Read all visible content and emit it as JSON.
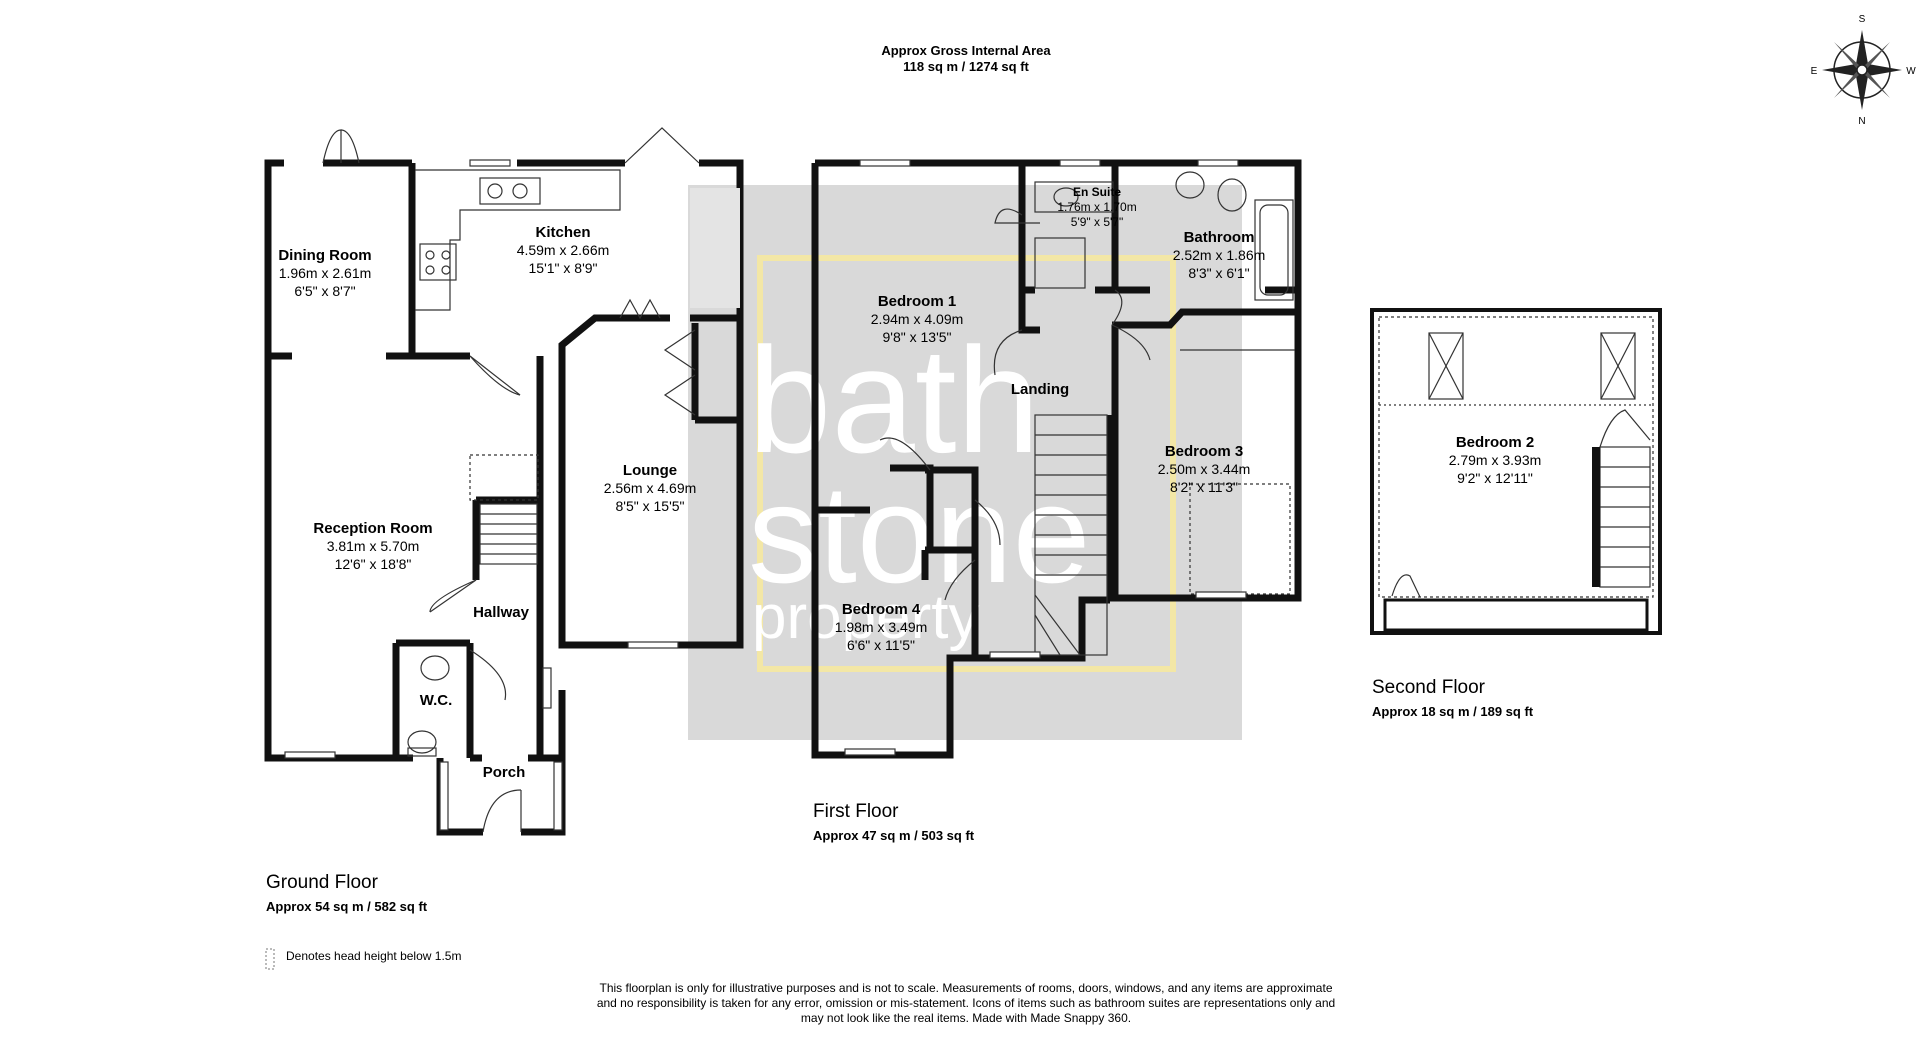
{
  "header": {
    "gross_area_title": "Approx Gross Internal Area",
    "gross_area_value": "118 sq m / 1274 sq ft"
  },
  "compass": {
    "north": "N",
    "south": "S",
    "east": "E",
    "west": "W",
    "icon": "compass-rose-icon"
  },
  "watermark": {
    "line1": "bath",
    "line2": "stone",
    "line3": "property"
  },
  "floors": {
    "ground": {
      "name": "Ground Floor",
      "area": "Approx 54 sq m / 582 sq ft"
    },
    "first": {
      "name": "First Floor",
      "area": "Approx 47 sq m / 503 sq ft"
    },
    "second": {
      "name": "Second Floor",
      "area": "Approx 18 sq m / 189 sq ft"
    }
  },
  "rooms": {
    "dining": {
      "name": "Dining Room",
      "metric": "1.96m x 2.61m",
      "imperial": "6'5\" x 8'7\""
    },
    "kitchen": {
      "name": "Kitchen",
      "metric": "4.59m x 2.66m",
      "imperial": "15'1\" x 8'9\""
    },
    "lounge": {
      "name": "Lounge",
      "metric": "2.56m x 4.69m",
      "imperial": "8'5\" x 15'5\""
    },
    "reception": {
      "name": "Reception Room",
      "metric": "3.81m x 5.70m",
      "imperial": "12'6\" x 18'8\""
    },
    "hallway": {
      "name": "Hallway"
    },
    "wc": {
      "name": "W.C."
    },
    "porch": {
      "name": "Porch"
    },
    "ensuite": {
      "name": "En Suite",
      "metric": "1.76m x 1.70m",
      "imperial": "5'9\" x 5'7\""
    },
    "bathroom": {
      "name": "Bathroom",
      "metric": "2.52m x 1.86m",
      "imperial": "8'3\" x 6'1\""
    },
    "bedroom1": {
      "name": "Bedroom 1",
      "metric": "2.94m x 4.09m",
      "imperial": "9'8\" x 13'5\""
    },
    "landing": {
      "name": "Landing"
    },
    "bedroom3": {
      "name": "Bedroom 3",
      "metric": "2.50m x 3.44m",
      "imperial": "8'2\" x 11'3\""
    },
    "bedroom4": {
      "name": "Bedroom 4",
      "metric": "1.98m x 3.49m",
      "imperial": "6'6\" x 11'5\""
    },
    "bedroom2": {
      "name": "Bedroom 2",
      "metric": "2.79m x 3.93m",
      "imperial": "9'2\" x 12'11\""
    }
  },
  "legend": {
    "text": "Denotes head height below 1.5m"
  },
  "disclaimer": {
    "line1": "This floorplan is only for illustrative purposes and is not to scale. Measurements of rooms, doors, windows, and any items are approximate",
    "line2": "and no responsibility is taken for any error, omission or mis-statement. Icons of items such as bathroom suites are representations only and",
    "line3": "may not look like the real items. Made with Made Snappy 360."
  },
  "colors": {
    "wall": "#111111",
    "watermark_bg": "#d9d9d9",
    "watermark_frame": "#f3e7a6",
    "watermark_text": "#ffffff"
  }
}
